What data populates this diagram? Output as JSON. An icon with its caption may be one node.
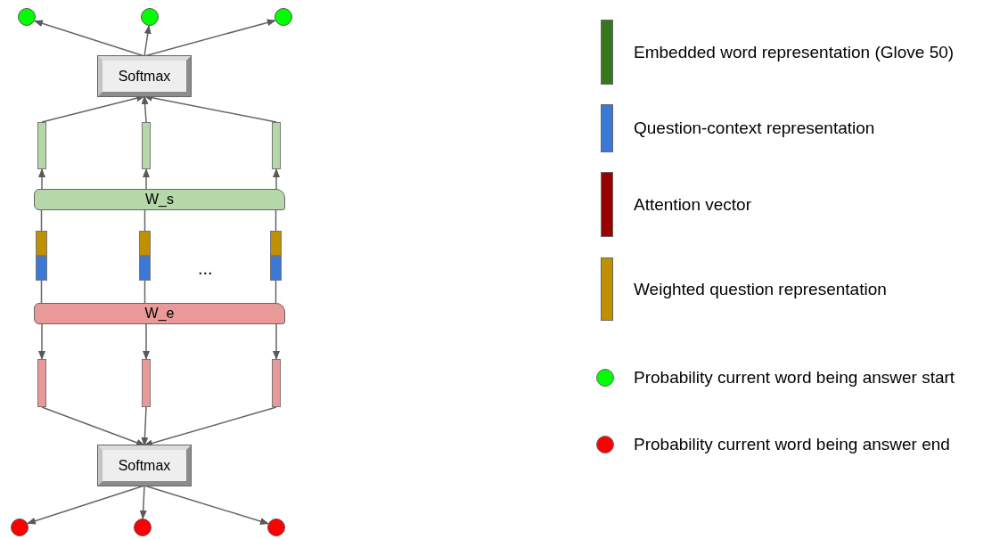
{
  "diagram": {
    "nodes": [
      {
        "text": [],
        "shape": "circle"
      },
      {
        "text": [],
        "shape": "circle"
      },
      {
        "text": [],
        "shape": "circle"
      },
      {
        "text": [
          "Softmax"
        ]
      },
      {
        "text": [],
        "shape": "bar"
      },
      {
        "text": [],
        "shape": "bar"
      },
      {
        "text": [],
        "shape": "bar"
      },
      {
        "text": [
          "W_s"
        ]
      },
      {
        "text": [],
        "shape": "bar"
      },
      {
        "text": [],
        "shape": "bar"
      },
      {
        "text": [],
        "shape": "bar"
      },
      {
        "text": [],
        "shape": "bar"
      },
      {
        "text": [],
        "shape": "bar"
      },
      {
        "text": [],
        "shape": "bar"
      },
      {
        "text": [
          "W_e"
        ]
      },
      {
        "text": [],
        "shape": "bar"
      },
      {
        "text": [],
        "shape": "bar"
      },
      {
        "text": [],
        "shape": "bar"
      },
      {
        "text": [
          "Softmax"
        ]
      },
      {
        "text": [],
        "shape": "circle"
      },
      {
        "text": [],
        "shape": "circle"
      },
      {
        "text": [],
        "shape": "circle"
      }
    ],
    "edges": [
      {
        "from": 3,
        "to": 0,
        "arrow": "to"
      },
      {
        "from": 3,
        "to": 1,
        "arrow": "to"
      },
      {
        "from": 3,
        "to": 2,
        "arrow": "to"
      },
      {
        "from": 4,
        "to": 3,
        "arrow": "to"
      },
      {
        "from": 5,
        "to": 3,
        "arrow": "to"
      },
      {
        "from": 6,
        "to": 3,
        "arrow": "to"
      },
      {
        "from": 7,
        "to": 4,
        "arrow": "to"
      },
      {
        "from": 7,
        "to": 5,
        "arrow": "to"
      },
      {
        "from": 7,
        "to": 6,
        "arrow": "to"
      },
      {
        "from": 8,
        "to": 7,
        "arrow": "none"
      },
      {
        "from": 9,
        "to": 7,
        "arrow": "none"
      },
      {
        "from": 10,
        "to": 7,
        "arrow": "none"
      },
      {
        "from": 14,
        "to": 11,
        "arrow": "none"
      },
      {
        "from": 14,
        "to": 12,
        "arrow": "none"
      },
      {
        "from": 14,
        "to": 13,
        "arrow": "none"
      },
      {
        "from": 14,
        "to": 15,
        "arrow": "to"
      },
      {
        "from": 14,
        "to": 16,
        "arrow": "to"
      },
      {
        "from": 14,
        "to": 17,
        "arrow": "to"
      },
      {
        "from": 15,
        "to": 18,
        "arrow": "to"
      },
      {
        "from": 16,
        "to": 18,
        "arrow": "to"
      },
      {
        "from": 17,
        "to": 18,
        "arrow": "to"
      },
      {
        "from": 18,
        "to": 19,
        "arrow": "to"
      },
      {
        "from": 18,
        "to": 20,
        "arrow": "to"
      },
      {
        "from": 18,
        "to": 21,
        "arrow": "to"
      }
    ],
    "labels": [
      "..."
    ],
    "legend": [
      {
        "text": "Embedded word representation (Glove 50)",
        "color": "#38761d"
      },
      {
        "text": "Question-context representation",
        "color": "#3c78d8"
      },
      {
        "text": "Attention vector",
        "color": "#990000"
      },
      {
        "text": "Weighted question representation",
        "color": "#bf9000"
      },
      {
        "text": "Probability current word being answer start",
        "color": "#00ff00"
      },
      {
        "text": "Probability current word being answer end",
        "color": "#ff0000"
      }
    ]
  }
}
